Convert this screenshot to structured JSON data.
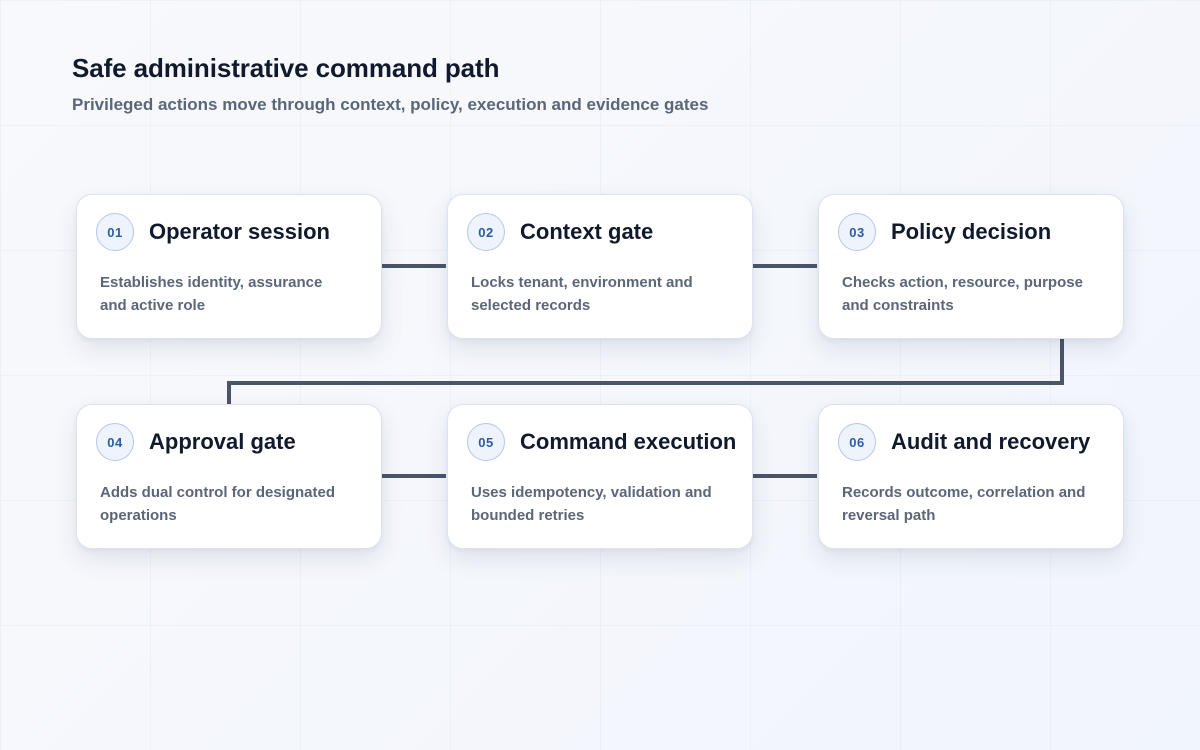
{
  "header": {
    "title": "Safe administrative command path",
    "subtitle": "Privileged actions move through context, policy, execution and evidence gates"
  },
  "colors": {
    "connector": "#4a5568",
    "badge_text": "#2d5ca6",
    "badge_border": "#b6c8e8",
    "title_text": "#111a2c",
    "body_text": "#5b6678"
  },
  "steps": [
    {
      "number": "01",
      "title": "Operator session",
      "description": "Establishes identity, assurance and active role"
    },
    {
      "number": "02",
      "title": "Context gate",
      "description": "Locks tenant, environment and selected records"
    },
    {
      "number": "03",
      "title": "Policy decision",
      "description": "Checks action, resource, purpose and constraints"
    },
    {
      "number": "04",
      "title": "Approval gate",
      "description": "Adds dual control for designated operations"
    },
    {
      "number": "05",
      "title": "Command execution",
      "description": "Uses idempotency, validation and bounded retries"
    },
    {
      "number": "06",
      "title": "Audit and recovery",
      "description": "Records outcome, correlation and reversal path"
    }
  ]
}
